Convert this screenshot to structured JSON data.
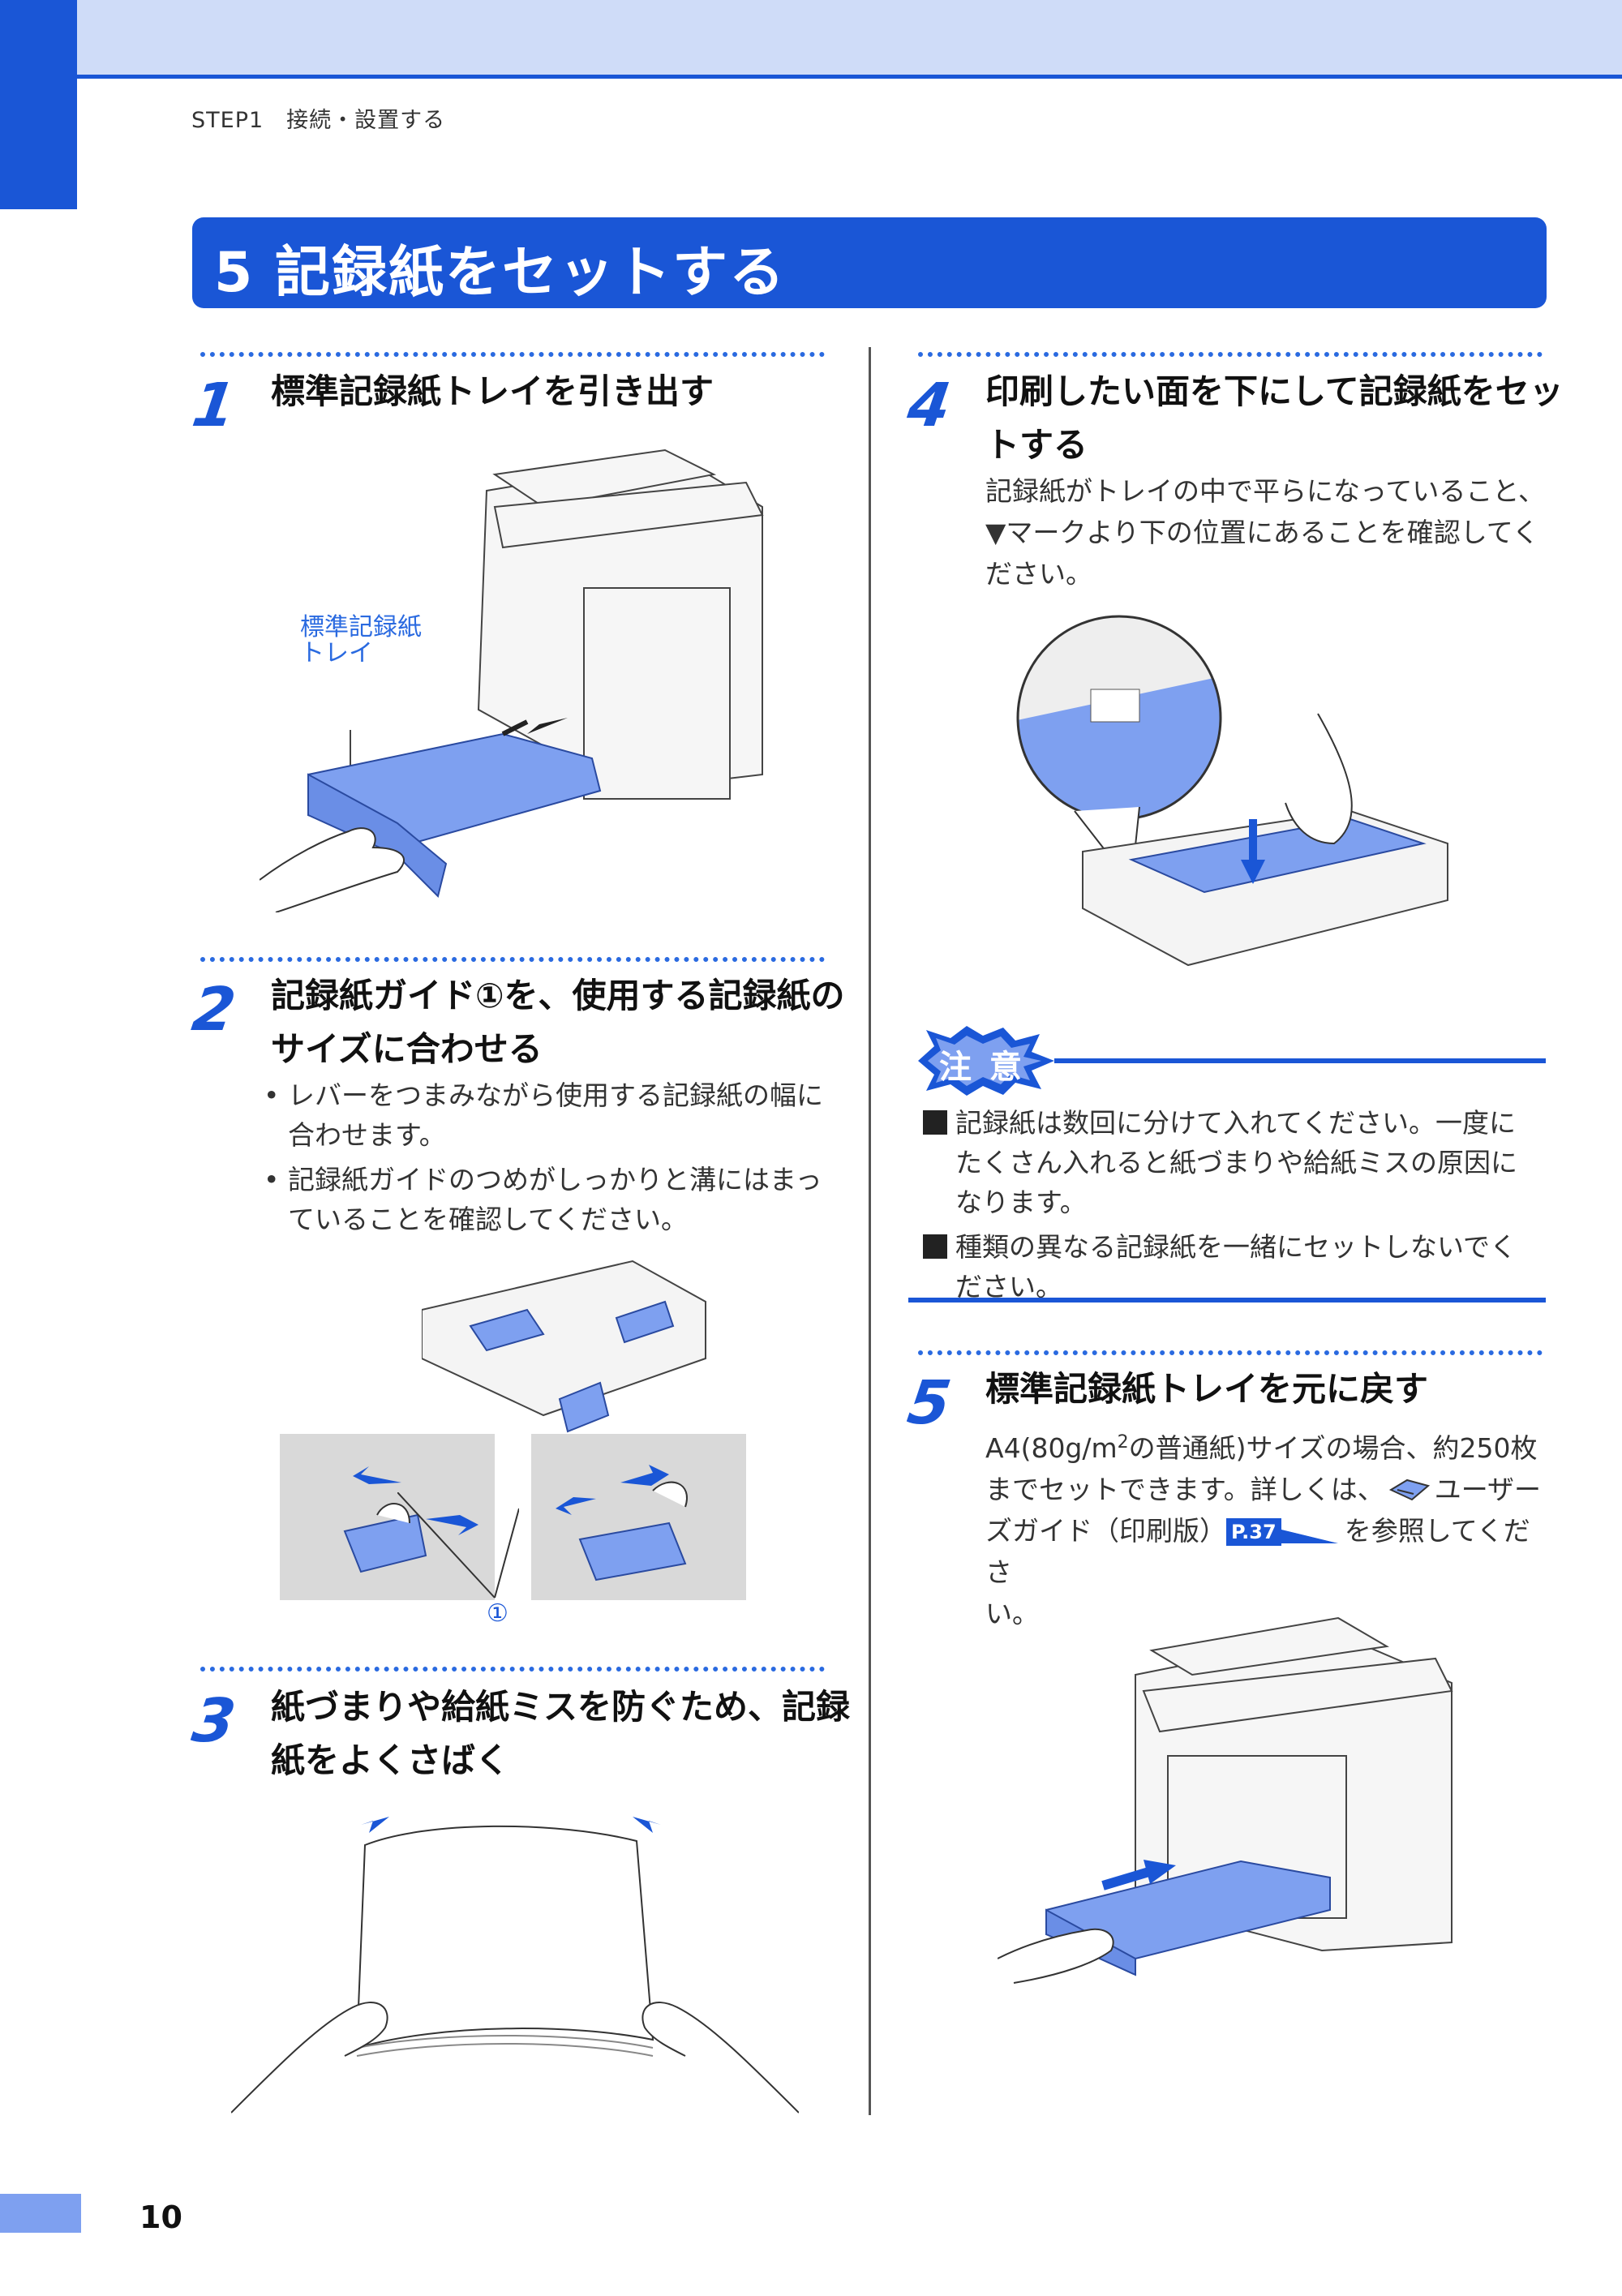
{
  "header": {
    "step_label": "STEP1　接続・設置する"
  },
  "section": {
    "title": "5 記録紙をセットする"
  },
  "steps": [
    {
      "num": "1",
      "title": "標準記録紙トレイを引き出す",
      "figure_label_1": "標準記録紙",
      "figure_label_2": "トレイ"
    },
    {
      "num": "2",
      "title_line1": "記録紙ガイド①を、使用する記録紙の",
      "title_line2": "サイズに合わせる",
      "bullets": [
        {
          "line1": "• レバーをつまみながら使用する記録紙の幅に",
          "line2": "合わせます。"
        },
        {
          "line1": "• 記録紙ガイドのつめがしっかりと溝にはまっ",
          "line2": "ていることを確認してください。"
        }
      ],
      "callout": "①"
    },
    {
      "num": "3",
      "title_line1": "紙づまりや給紙ミスを防ぐため、記録",
      "title_line2": "紙をよくさばく"
    },
    {
      "num": "4",
      "title_line1": "印刷したい面を下にして記録紙をセッ",
      "title_line2": "トする",
      "body_line1": "記録紙がトレイの中で平らになっていること、",
      "body_line2": "▼マークより下の位置にあることを確認してく",
      "body_line3": "ださい。"
    },
    {
      "num": "5",
      "title": "標準記録紙トレイを元に戻す",
      "body_line1_a": "A4(80g/m",
      "body_line1_sup": "2",
      "body_line1_b": "の普通紙)サイズの場合、約250枚",
      "body_line2_a": "までセットできます。詳しくは、",
      "body_line2_b": "ユーザー",
      "body_line3_a": "ズガイド（印刷版）",
      "body_line3_ref": "P.37",
      "body_line3_b": "を参照してくださ",
      "body_line4": "い。"
    }
  ],
  "caution": {
    "badge": "注 意",
    "items": [
      {
        "line1": "記録紙は数回に分けて入れてください。一度に",
        "line2": "たくさん入れると紙づまりや給紙ミスの原因に",
        "line3": "なります。"
      },
      {
        "line1": "種類の異なる記録紙を一緒にセットしないでく",
        "line2": "ださい。"
      }
    ]
  },
  "footer": {
    "page_number": "10"
  },
  "colors": {
    "accent": "#1a56d6",
    "band": "#cfdcf8",
    "paper_blue": "#7ea0f0"
  }
}
